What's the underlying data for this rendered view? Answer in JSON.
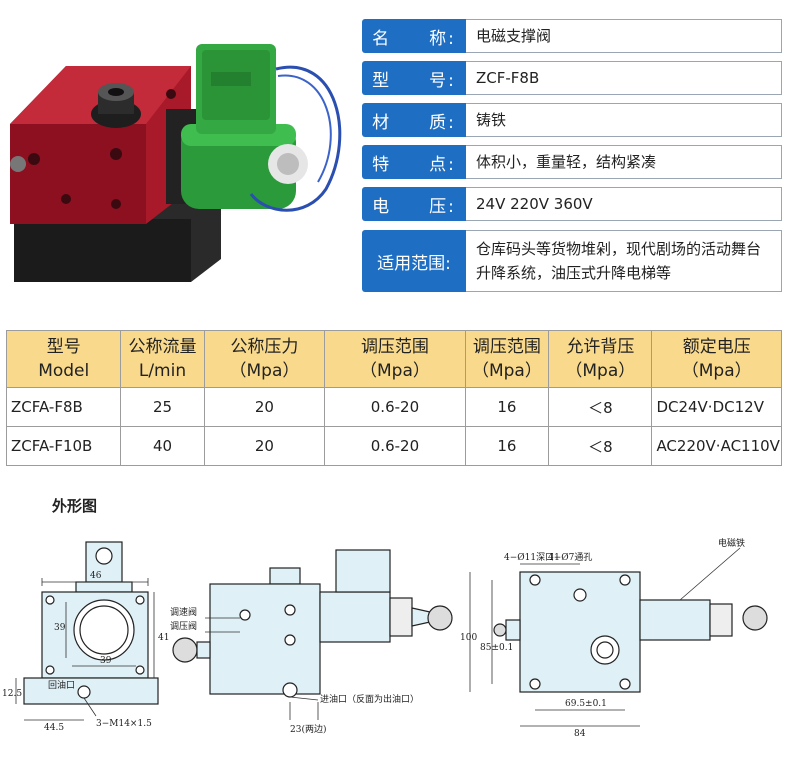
{
  "specs": [
    {
      "label": "名　　称:",
      "value": "电磁支撑阀"
    },
    {
      "label": "型　　号:",
      "value": "ZCF-F8B"
    },
    {
      "label": "材　　质:",
      "value": "铸铁"
    },
    {
      "label": "特　　点:",
      "value": "体积小，重量轻，结构紧凑"
    },
    {
      "label": "电　　压:",
      "value": "24V 220V 360V"
    },
    {
      "label": "适用范围:",
      "value": "仓库码头等货物堆剁，现代剧场的活动舞台升降系统，油压式升降电梯等"
    }
  ],
  "table": {
    "headers": [
      [
        "型号",
        "Model"
      ],
      [
        "公称流量",
        "L/min"
      ],
      [
        "公称压力",
        "（Mpa）"
      ],
      [
        "调压范围",
        "（Mpa）"
      ],
      [
        "调压范围",
        "（Mpa）"
      ],
      [
        "允许背压",
        "（Mpa）"
      ],
      [
        "额定电压",
        "（Mpa）"
      ]
    ],
    "rows": [
      [
        "ZCFA-F8B",
        "25",
        "20",
        "0.6-20",
        "16",
        "＜8",
        "DC24V·DC12V"
      ],
      [
        "ZCFA-F10B",
        "40",
        "20",
        "0.6-20",
        "16",
        "＜8",
        "AC220V·AC110V"
      ]
    ]
  },
  "outline_title": "外形图",
  "drawing": {
    "front": {
      "dim_46": "46",
      "dim_39_v": "39",
      "dim_39_h": "39",
      "dim_41": "41",
      "dim_12_5": "12.5",
      "dim_44_5": "44.5",
      "label_return": "回油口",
      "label_thread": "3−M14×1.5"
    },
    "side": {
      "label_speed": "调速阀",
      "label_pressure": "调压阀",
      "label_inlet": "进油口（反面为出油口）",
      "dim_23": "23(两边)"
    },
    "top": {
      "label_hole1": "4−Ø11深口1",
      "label_hole2": "4−Ø7通孔",
      "label_solenoid": "电磁铁",
      "dim_100": "100",
      "dim_85": "85±0.1",
      "dim_69_5": "69.5±0.1",
      "dim_84": "84"
    }
  }
}
